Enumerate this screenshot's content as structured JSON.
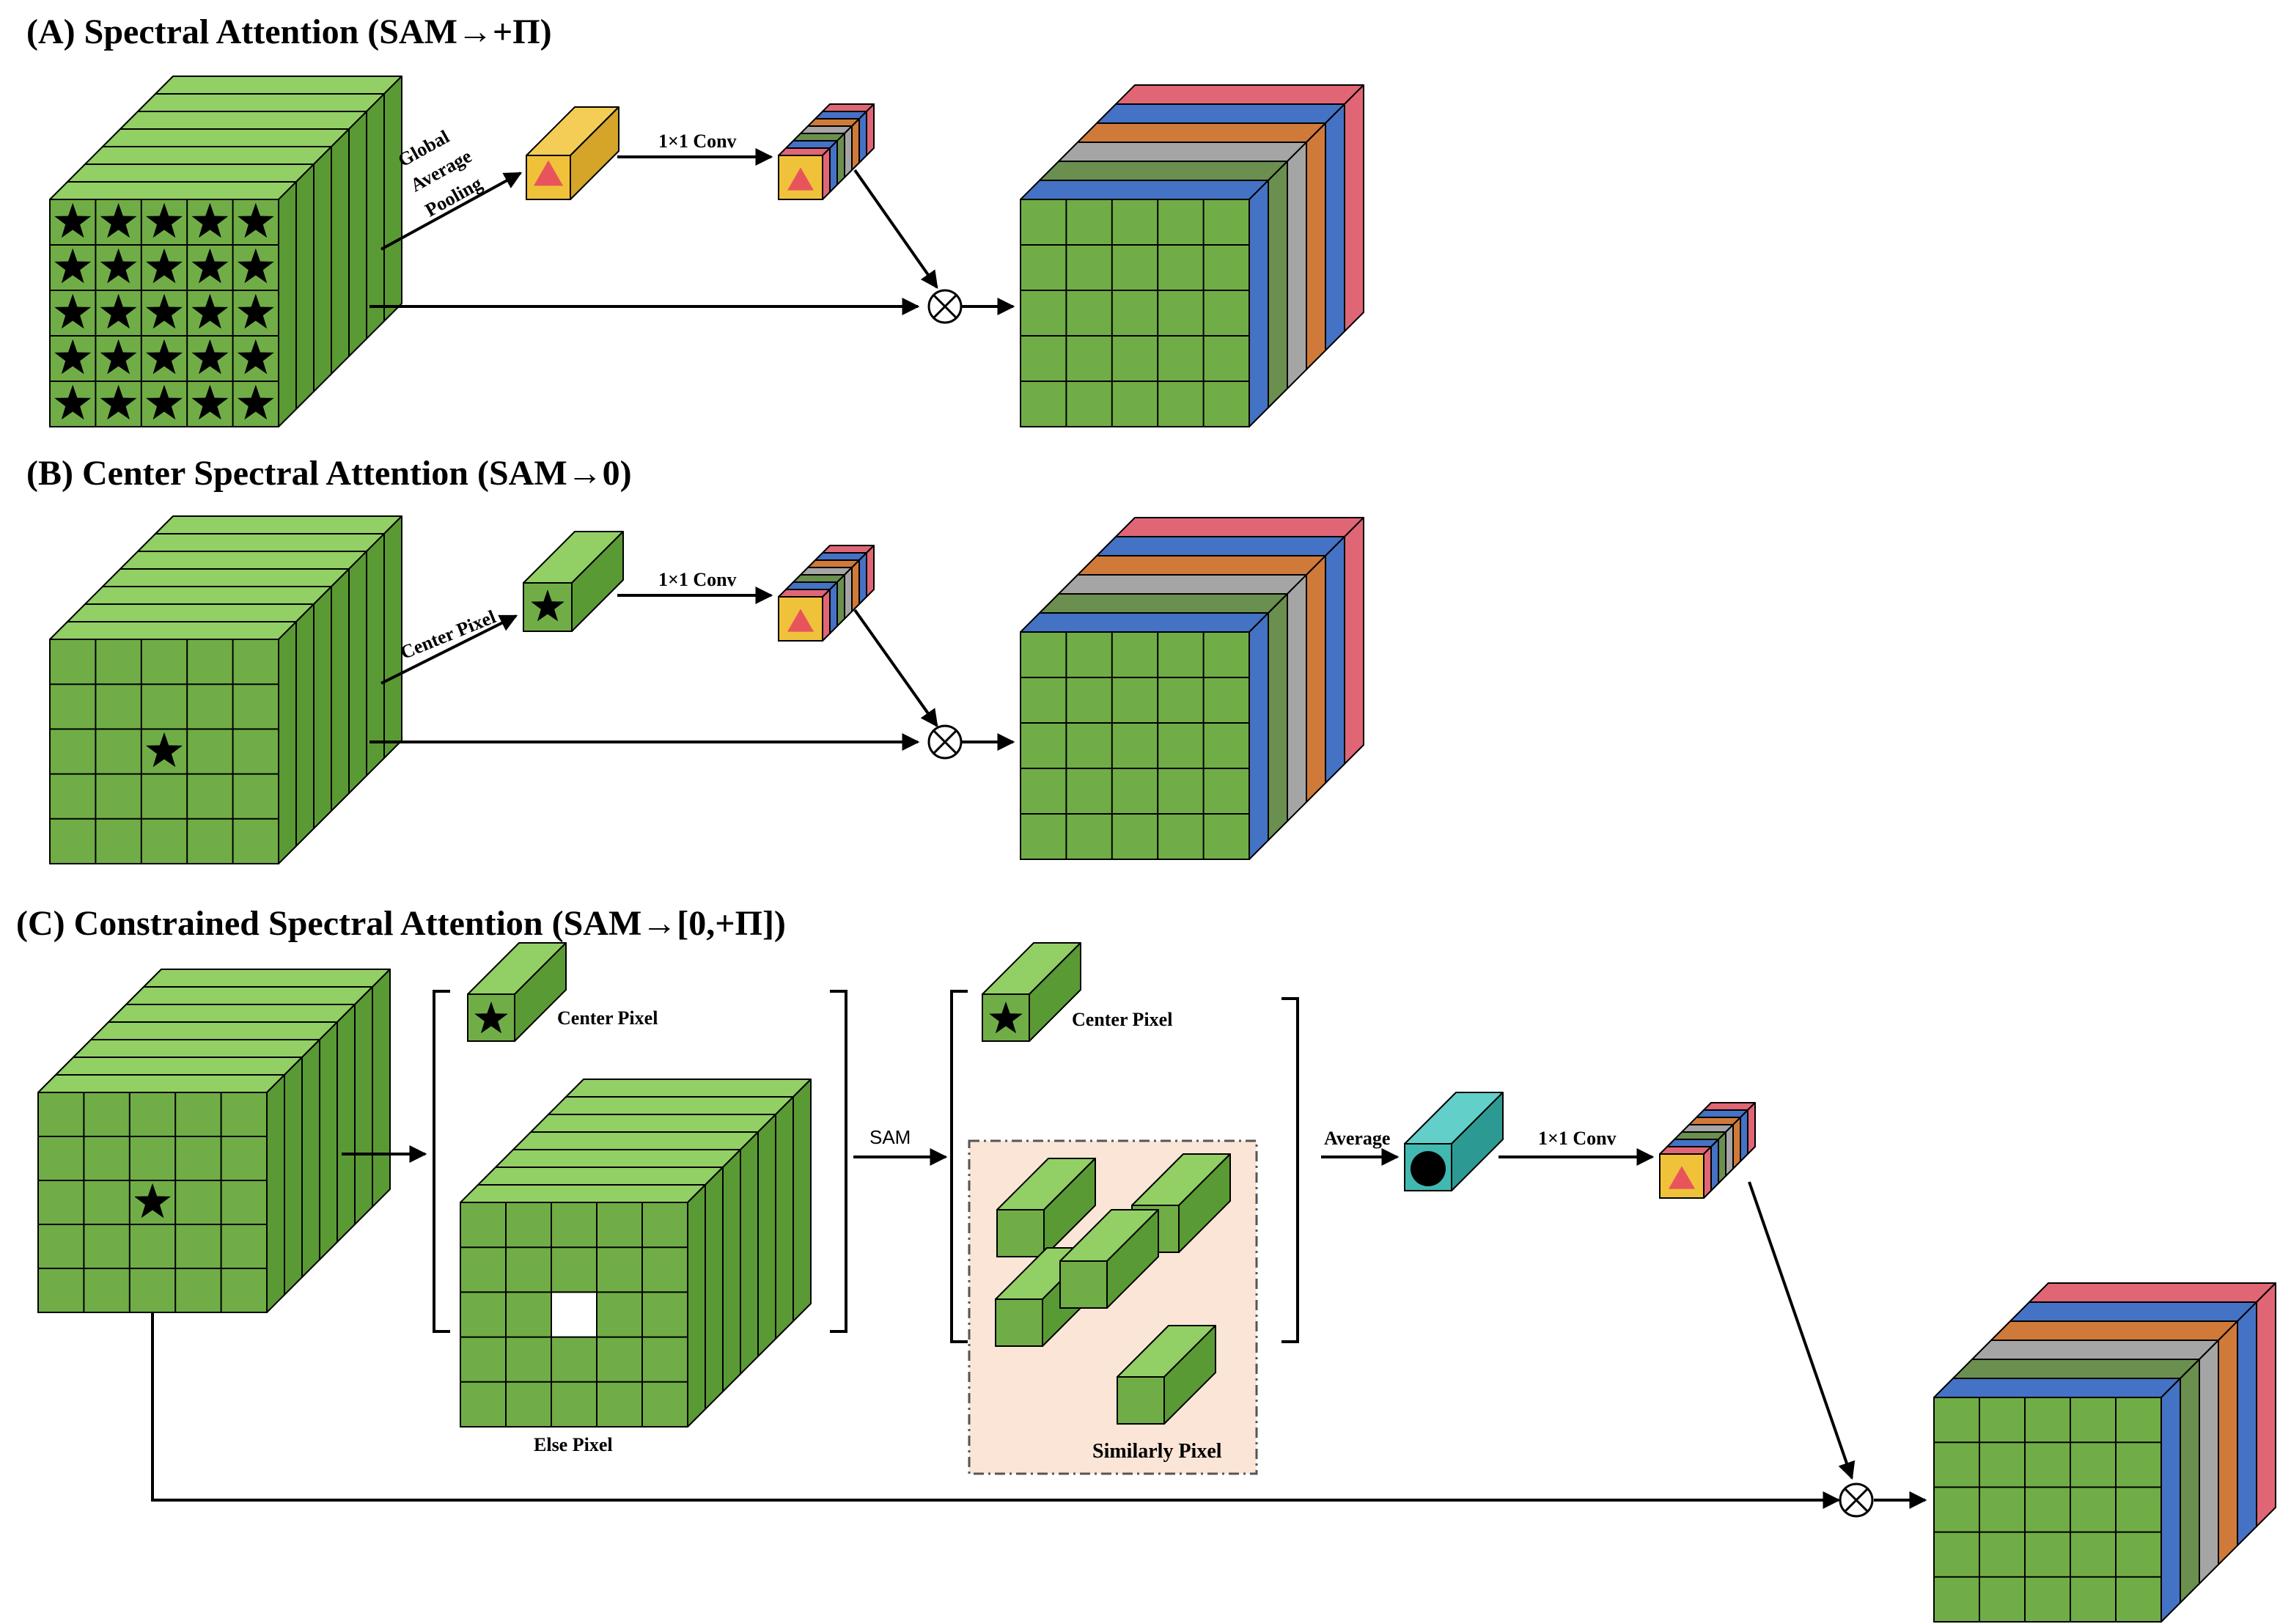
{
  "panels": {
    "a": {
      "title": "(A) Spectral Attention  (SAM→+Π)",
      "pool_label_1": "Global",
      "pool_label_2": "Average",
      "pool_label_3": "Pooling",
      "conv_label": "1×1 Conv"
    },
    "b": {
      "title": "(B) Center Spectral Attention  (SAM→0)",
      "center_label": "Center Pixel",
      "conv_label": "1×1 Conv"
    },
    "c": {
      "title": "(C) Constrained Spectral Attention  (SAM→[0,+Π])",
      "center_label_1": "Center Pixel",
      "else_label": "Else Pixel",
      "sam_label": "SAM",
      "center_label_2": "Center Pixel",
      "similar_label": "Similarly Pixel",
      "average_label": "Average",
      "conv_label": "1×1 Conv"
    }
  },
  "colors": {
    "green_front": "#70ad47",
    "green_top": "#92cf65",
    "green_side": "#5a9a34",
    "output_bands": [
      "#e06675",
      "#4472c4",
      "#d07a3a",
      "#a5a5a5",
      "#6a8f4e",
      "#4472c4"
    ],
    "pooled_yellow": "#f0c23a",
    "triangle": "#e8545c",
    "avg_teal": "#41b8b0",
    "similar_bg": "#fbe5d6"
  },
  "icons": [
    "star-icon",
    "triangle-icon",
    "multiply-icon",
    "black-dot-icon"
  ]
}
